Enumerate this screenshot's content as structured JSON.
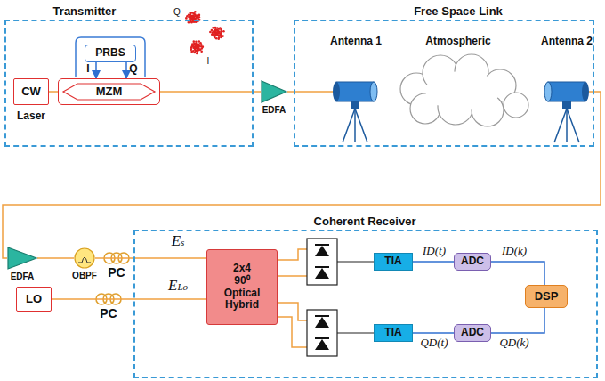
{
  "diagram": {
    "nodes": [
      {
        "text": [
          "Transmitter"
        ]
      },
      {
        "text": [
          "CW"
        ],
        "in": 0
      },
      {
        "text": [
          "PRBS"
        ],
        "in": 0
      },
      {
        "text": [
          "MZM"
        ],
        "in": 0
      },
      {
        "text": [
          "EDFA"
        ]
      },
      {
        "text": [
          "Free Space Link"
        ]
      },
      {
        "text": [
          "Coherent Receiver"
        ]
      },
      {
        "text": [
          "EDFA"
        ]
      },
      {
        "text": [
          "OBPF"
        ]
      },
      {
        "text": [
          "LO"
        ]
      },
      {
        "text": [
          "2x4 90⁰ Optical Hybrid"
        ],
        "in": 6
      },
      {
        "text": [
          "TIA"
        ],
        "in": 6
      },
      {
        "text": [
          "TIA"
        ],
        "in": 6
      },
      {
        "text": [
          "ADC"
        ],
        "in": 6
      },
      {
        "text": [
          "ADC"
        ],
        "in": 6
      },
      {
        "text": [
          "DSP"
        ],
        "in": 6
      }
    ],
    "edges": [
      {
        "from": 1,
        "to": 3,
        "arrow": "none"
      },
      {
        "from": 2,
        "to": 3,
        "label": "I",
        "arrow": "to"
      },
      {
        "from": 2,
        "to": 3,
        "label": "Q",
        "arrow": "to"
      },
      {
        "from": 3,
        "to": 4,
        "arrow": "none"
      },
      {
        "from": 7,
        "to": 8,
        "arrow": "none"
      },
      {
        "from": 8,
        "to": 10,
        "arrow": "none"
      },
      {
        "from": 9,
        "to": 10,
        "arrow": "none"
      },
      {
        "from": 11,
        "to": 13,
        "label": "ID(t)",
        "arrow": "none"
      },
      {
        "from": 12,
        "to": 14,
        "label": "QD(t)",
        "arrow": "none"
      },
      {
        "from": 13,
        "to": 15,
        "label": "ID(k)",
        "arrow": "none"
      },
      {
        "from": 14,
        "to": 15,
        "label": "QD(k)",
        "arrow": "none"
      }
    ],
    "labels": [
      "Laser",
      "Q",
      "I",
      "Antenna 1",
      "Atmospheric",
      "Antenna 2",
      "Es",
      "PC",
      "ELo",
      "PC"
    ]
  }
}
